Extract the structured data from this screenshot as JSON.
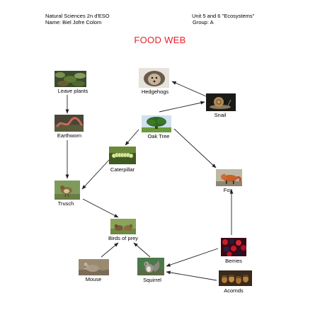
{
  "header": {
    "subject": "Natural Sciences 2n d'ESO",
    "name": "Name: Biel Jofre Colom",
    "unit": "Unit 5 and 6 \"Ecosystems\"",
    "group": "Group: A"
  },
  "title": "FOOD WEB",
  "colors": {
    "title": "#e8202a",
    "arrow": "#222222"
  },
  "nodes": {
    "leave_plants": {
      "label": "Leave plants",
      "icon": "leaf-litter-photo"
    },
    "earthworm": {
      "label": "Earthworn",
      "icon": "earthworm-photo"
    },
    "trusch": {
      "label": "Trusch",
      "icon": "thrush-photo"
    },
    "hedgehogs": {
      "label": "Hedgehogs",
      "icon": "hedgehog-photo"
    },
    "snail": {
      "label": "Snail",
      "icon": "snail-photo"
    },
    "oak_tree": {
      "label": "Oak Tree",
      "icon": "oak-tree-photo"
    },
    "caterpillar": {
      "label": "Caterpillar",
      "icon": "caterpillar-photo"
    },
    "fox": {
      "label": "Fox",
      "icon": "fox-photo"
    },
    "birds_of_prey": {
      "label": "Birds of prey",
      "icon": "birds-photo"
    },
    "berries": {
      "label": "Berries",
      "icon": "berries-photo"
    },
    "mouse": {
      "label": "Mouse",
      "icon": "mouse-photo"
    },
    "squirrel": {
      "label": "Squirrel",
      "icon": "squirrel-photo"
    },
    "acornds": {
      "label": "Acornds",
      "icon": "acorns-photo"
    }
  },
  "links": [
    {
      "from": "leave_plants",
      "to": "earthworm"
    },
    {
      "from": "earthworm",
      "to": "trusch"
    },
    {
      "from": "snail",
      "to": "hedgehogs"
    },
    {
      "from": "oak_tree",
      "to": "snail"
    },
    {
      "from": "oak_tree",
      "to": "caterpillar"
    },
    {
      "from": "oak_tree",
      "to": "fox"
    },
    {
      "from": "caterpillar",
      "to": "trusch"
    },
    {
      "from": "trusch",
      "to": "birds_of_prey"
    },
    {
      "from": "berries",
      "to": "fox"
    },
    {
      "from": "berries",
      "to": "squirrel"
    },
    {
      "from": "acornds",
      "to": "squirrel"
    },
    {
      "from": "mouse",
      "to": "birds_of_prey"
    },
    {
      "from": "squirrel",
      "to": "birds_of_prey"
    }
  ]
}
